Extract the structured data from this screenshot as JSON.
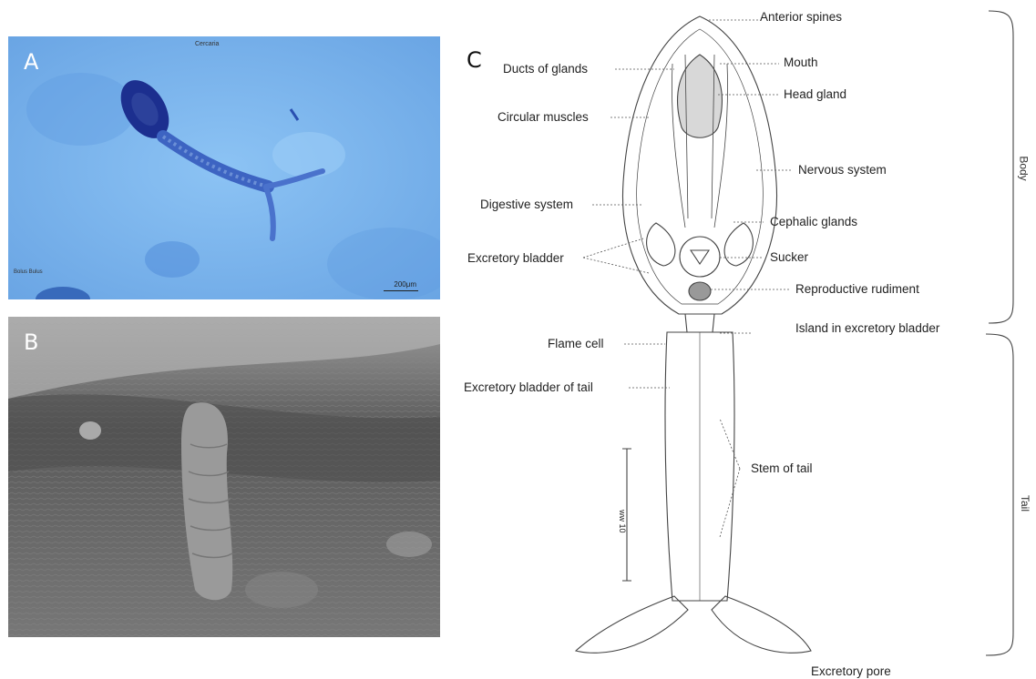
{
  "panels": {
    "a": {
      "letter": "A",
      "caption": "Cercaria",
      "corner_note": "Bolus Bulus",
      "scale_bar": "200μm"
    },
    "b": {
      "letter": "B"
    },
    "c": {
      "letter": "C"
    }
  },
  "labels_right": {
    "anterior_spines": "Anterior spines",
    "mouth": "Mouth",
    "head_gland": "Head gland",
    "nervous_system": "Nervous system",
    "cephalic_glands": "Cephalic glands",
    "sucker": "Sucker",
    "reproductive_rudiment": "Reproductive rudiment",
    "island": "Island in excretory bladder",
    "stem_of_tail": "Stem of tail",
    "excretory_pore": "Excretory pore"
  },
  "labels_left": {
    "ducts_of_glands": "Ducts of glands",
    "circular_muscles": "Circular muscles",
    "digestive_system": "Digestive system",
    "excretory_bladder": "Excretory bladder",
    "flame_cell": "Flame cell",
    "excretory_bladder_tail": "Excretory bladder of tail"
  },
  "brackets": {
    "body": "Body",
    "tail": "Tail"
  },
  "scale_label": "ww 10",
  "colors": {
    "panel_a_bg": "#7cb6ee",
    "panel_b_bg": "#6c6c6c",
    "ink": "#333333"
  }
}
